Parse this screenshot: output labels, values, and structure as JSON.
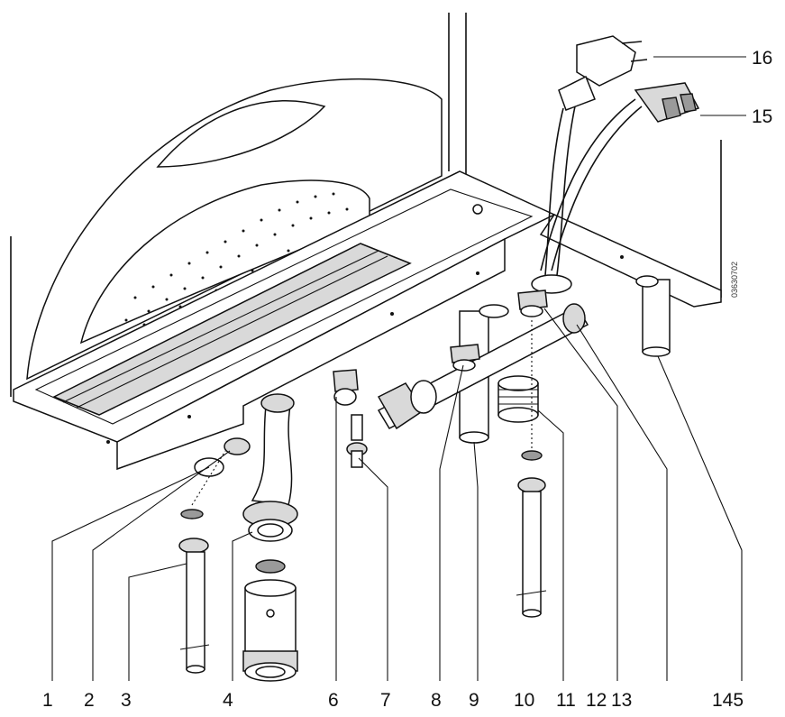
{
  "diagram": {
    "watermark": "03630702",
    "callouts": [
      {
        "id": "c1",
        "text": "1"
      },
      {
        "id": "c2",
        "text": "2"
      },
      {
        "id": "c3",
        "text": "3"
      },
      {
        "id": "c4",
        "text": "4"
      },
      {
        "id": "c6",
        "text": "6"
      },
      {
        "id": "c7",
        "text": "7"
      },
      {
        "id": "c8",
        "text": "8"
      },
      {
        "id": "c9",
        "text": "9"
      },
      {
        "id": "c10",
        "text": "10"
      },
      {
        "id": "c11",
        "text": "11"
      },
      {
        "id": "c12",
        "text": "12"
      },
      {
        "id": "c13",
        "text": "13"
      },
      {
        "id": "c145",
        "text": "145"
      },
      {
        "id": "c15",
        "text": "15"
      },
      {
        "id": "c16",
        "text": "16"
      }
    ]
  }
}
